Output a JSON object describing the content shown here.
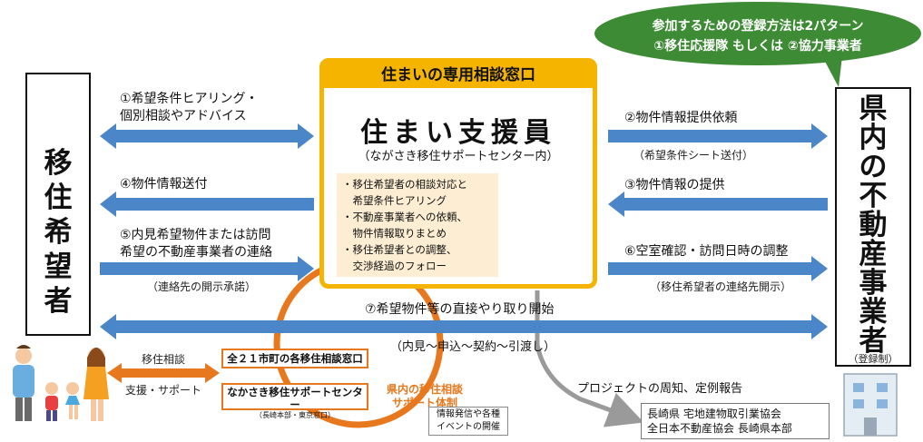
{
  "left_box": {
    "chars": [
      "移",
      "住",
      "希",
      "望",
      "者"
    ]
  },
  "right_box": {
    "chars": [
      "県",
      "内",
      "の",
      "不",
      "動",
      "産",
      "事",
      "業",
      "者"
    ],
    "note": "（登録制）"
  },
  "bubble": {
    "line1": "参加するための登録方法は2パターン",
    "line2": "①移住応援隊 もしくは ②協力事業者"
  },
  "center": {
    "header": "住まいの専用相談窓口",
    "title": "住まい支援員",
    "subtitle": "（ながさき移住サポートセンター内）",
    "duties": [
      "・移住希望者の相談対応と",
      "　希望条件ヒアリング",
      "・不動産事業者への依頼、",
      "　物件情報取りまとめ",
      "・移住希望者との調整、",
      "　交渉経過のフォロー"
    ]
  },
  "left_arrows": {
    "a1_line1": "①希望条件ヒアリング・",
    "a1_line2": "個別相談やアドバイス",
    "a4": "④物件情報送付",
    "a5_line1": "⑤内見希望物件または訪問",
    "a5_line2": "希望の不動産事業者の連絡",
    "a5_note": "（連絡先の開示承諾）"
  },
  "right_arrows": {
    "a2": "②物件情報提供依頼",
    "a2_note": "（希望条件シート送付）",
    "a3": "③物件情報の提供",
    "a6": "⑥空室確認・訪問日時の調整",
    "a6_note": "（移住希望者の連絡先開示）"
  },
  "long_arrow": {
    "label": "⑦希望物件等の直接やり取り開始",
    "note": "（内見～申込～契約～引渡し）"
  },
  "bottom": {
    "consult_label": "移住相談",
    "support_label": "支援・サポート",
    "box1": "全２１市町の各移住相談窓口",
    "box2_main": "なかさき移住サポートセンター",
    "box2_sub": "（長崎本部・東京窓口）",
    "system_line1": "県内の移住相談",
    "system_line2": "サポート体制",
    "events_line1": "情報発信や各種",
    "events_line2": "イベントの開催",
    "report": "プロジェクトの周知、定例報告",
    "assoc_line1": "長崎県 宅地建物取引業協会",
    "assoc_line2": "全日本不動産協会 長崎県本部"
  },
  "colors": {
    "arrow": "#4a86c8",
    "orange": "#e8781e",
    "gold": "#f5b400",
    "green": "#3e8b35",
    "gray": "#9a9a9a"
  }
}
